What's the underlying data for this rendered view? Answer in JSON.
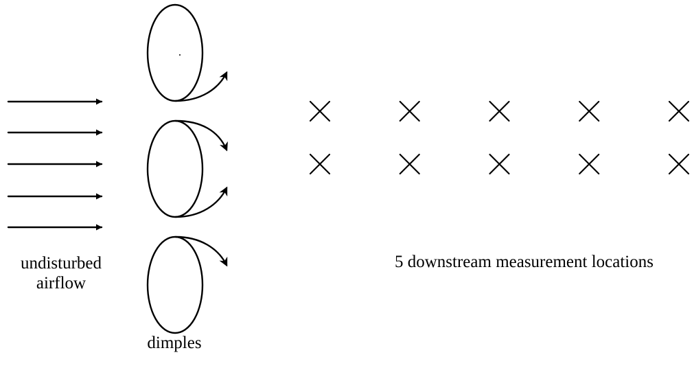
{
  "labels": {
    "airflow_line1": "undisturbed",
    "airflow_line2": "airflow",
    "dimples": "dimples",
    "measurement": "5 downstream measurement locations"
  },
  "diagram": {
    "incoming_arrow_count": 5,
    "dimple_count": 3,
    "measurement_locations": 5,
    "measurement_rows": 2,
    "mark_symbol": "×",
    "stroke_color": "#000000"
  }
}
